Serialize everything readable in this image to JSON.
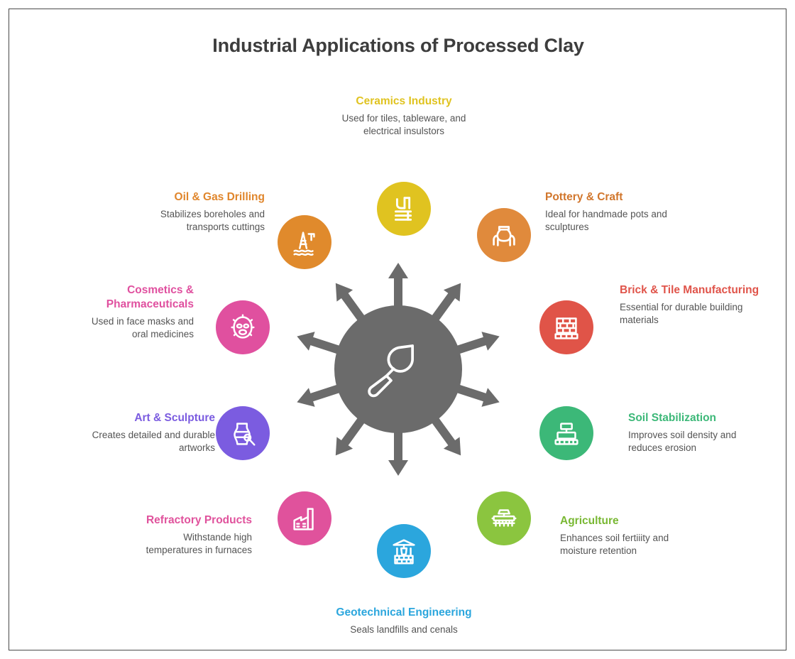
{
  "page": {
    "title": "Industrial Applications of Processed Clay",
    "title_color": "#3d3d3d",
    "background": "#ffffff",
    "border_color": "#4a4a4a"
  },
  "hub": {
    "name": "processed-clay",
    "color": "#6b6b6b",
    "icon": "trowel-icon",
    "arrow_count": 10
  },
  "nodes": [
    {
      "id": "ceramics-industry",
      "heading": "Ceramics Industry",
      "body": "Used for tiles, tableware, and electrical insulstors",
      "color": "#e0c320",
      "icon": "ceramic-stack-icon",
      "align": "center"
    },
    {
      "id": "pottery-craft",
      "heading": "Pottery & Craft",
      "body": "Ideal for handmade pots and sculptures",
      "color": "#e08a3c",
      "icon": "hands-pot-icon",
      "align": "left"
    },
    {
      "id": "brick-tile-manufacturing",
      "heading": "Brick & Tile Manufacturing",
      "body": "Essential for durable building materials",
      "color": "#e05448",
      "icon": "brick-wall-icon",
      "align": "left"
    },
    {
      "id": "soil-stabilization",
      "heading": "Soil Stabilization",
      "body": "Improves soil density and reduces erosion",
      "color": "#3cb878",
      "icon": "compactor-icon",
      "align": "left"
    },
    {
      "id": "agriculture",
      "heading": "Agriculture",
      "body": "Enhances soil fertiiity and moisture retention",
      "color": "#8bc53f",
      "icon": "harrow-icon",
      "align": "left"
    },
    {
      "id": "geotechnical-engineering",
      "heading": "Geotechnical Engineering",
      "body": "Seals landfills and cenals",
      "color": "#2ba6dd",
      "icon": "well-icon",
      "align": "center"
    },
    {
      "id": "refractory-products",
      "heading": "Refractory Products",
      "body": "Withstande high temperatures in furnaces",
      "color": "#e0529c",
      "icon": "factory-icon",
      "align": "right"
    },
    {
      "id": "art-sculpture",
      "heading": "Art & Sculpture",
      "body": "Creates detailed and durable artworks",
      "color": "#7b5ce0",
      "icon": "vase-tool-icon",
      "align": "right"
    },
    {
      "id": "cosmetics-pharmaceuticals",
      "heading": "Cosmetics & Pharmaceuticals",
      "body": "Used in face masks and oral medicines",
      "color": "#e0509f",
      "icon": "face-mask-icon",
      "align": "right"
    },
    {
      "id": "oil-gas-drilling",
      "heading": "Oil & Gas Drilling",
      "body": "Stabilizes boreholes and transports cuttings",
      "color": "#e08a2c",
      "icon": "oil-rig-icon",
      "align": "right"
    }
  ]
}
